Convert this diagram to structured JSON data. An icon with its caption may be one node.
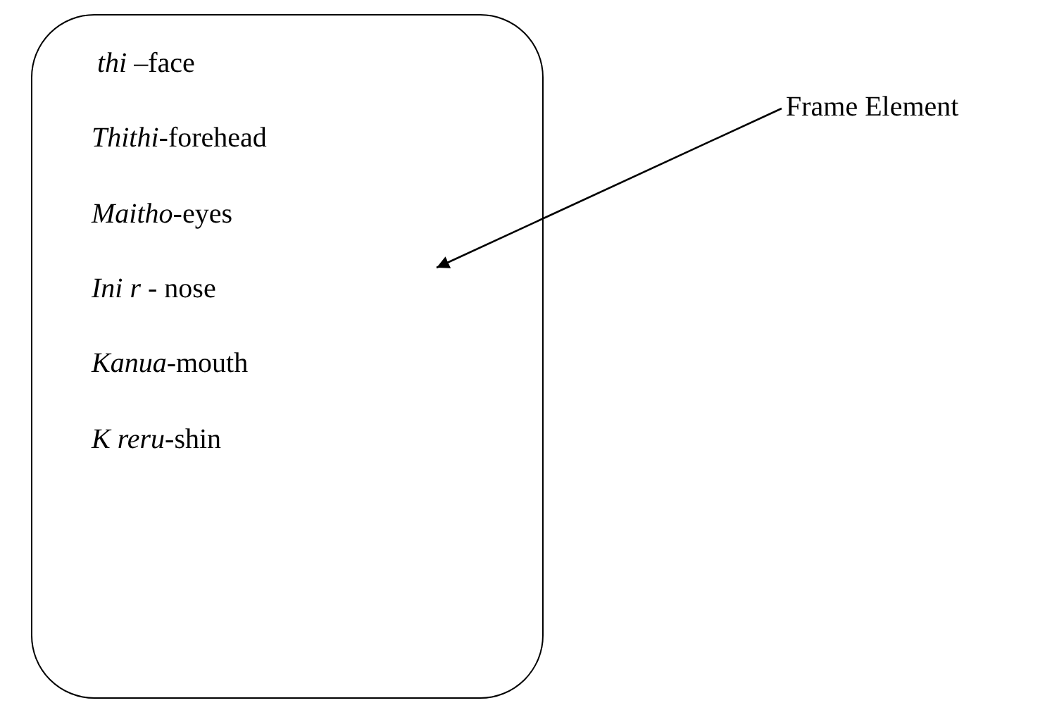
{
  "diagram": {
    "nodes": [
      {
        "text": [
          "*thi* –face",
          "*Thithi*-forehead",
          "*Maitho*-eyes",
          "*Ini r* - nose",
          "*Kanua*-mouth",
          "*K reru*-shin"
        ]
      },
      {
        "text": [
          "Frame Element"
        ]
      }
    ],
    "edges": [
      {
        "from": 1,
        "to": 0,
        "arrow": "to"
      }
    ]
  }
}
